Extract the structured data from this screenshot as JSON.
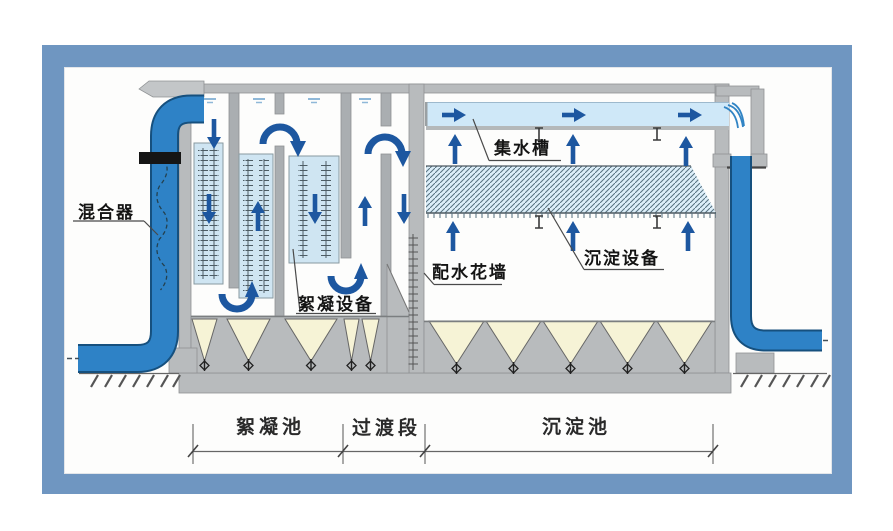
{
  "diagram": {
    "title_note": "",
    "labels": {
      "mixer": "混合器",
      "collecting_trough": "集水槽",
      "flocculation_equipment": "絮凝设备",
      "distribution_wall": "配水花墙",
      "settling_equipment": "沉淀设备"
    },
    "zones": [
      {
        "label": "絮凝池"
      },
      {
        "label": "过渡段"
      },
      {
        "label": "沉淀池"
      }
    ],
    "icons": [
      "flow-arrow-up-icon",
      "flow-arrow-down-icon",
      "flow-arrow-right-icon",
      "flow-uturn-arrow-icon",
      "flow-overflow-arc-icon",
      "water-surface-icon",
      "waterfall-icon",
      "drain-valve-icon",
      "i-beam-support-icon",
      "ground-hatch-icon"
    ],
    "colors": {
      "frame": "#6f96c1",
      "pipe_blue": "#2e82c6",
      "pipe_edge": "#16507e",
      "arrow_blue": "#1d57a0",
      "panel_blue": "#cfe5f2",
      "trough_blue": "#cfe8f8",
      "settler_blue": "#dceef9",
      "hopper_cream": "#f6f3d6",
      "concrete_gray": "#b8bbbd"
    }
  }
}
